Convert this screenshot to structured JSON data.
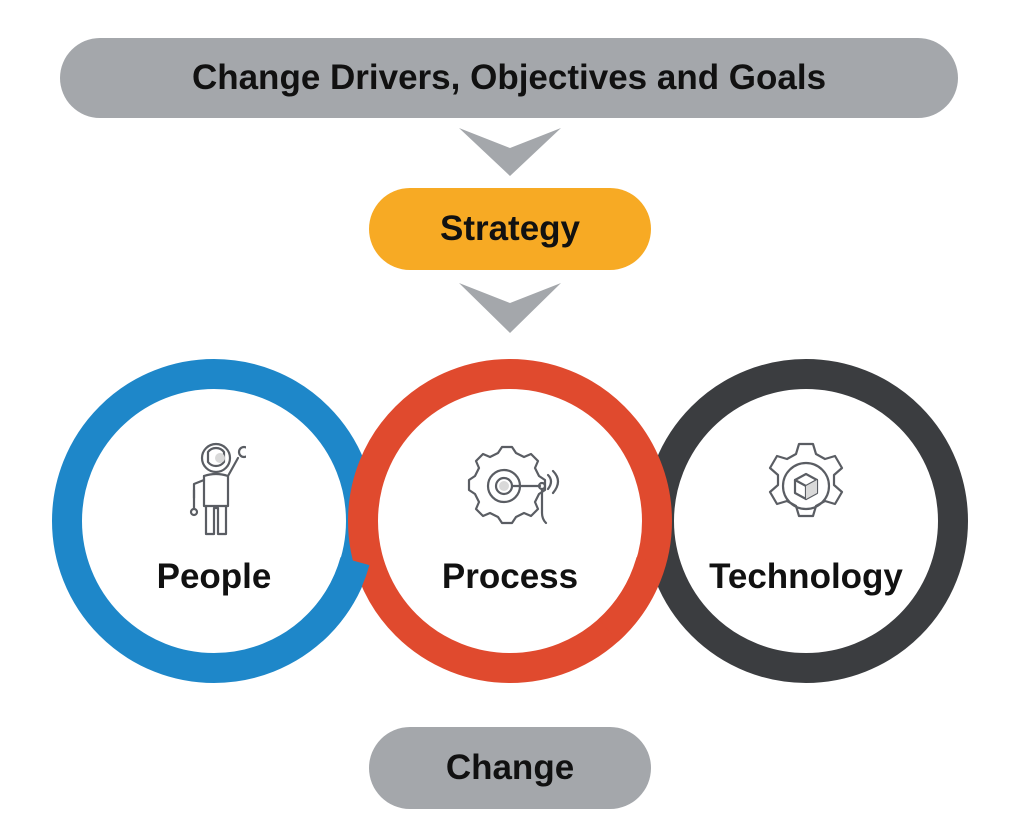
{
  "header": {
    "title": "Change Drivers, Objectives and Goals"
  },
  "strategy": {
    "label": "Strategy"
  },
  "pillars": [
    {
      "label": "People",
      "color": "#1e87c9",
      "icon": "astronaut-icon"
    },
    {
      "label": "Process",
      "color": "#e04a2e",
      "icon": "process-gear-icon"
    },
    {
      "label": "Technology",
      "color": "#3b3d40",
      "icon": "tech-gear-cube-icon"
    }
  ],
  "outcome": {
    "label": "Change"
  },
  "colors": {
    "neutral_pill": "#a4a7ab",
    "strategy_pill": "#f7aa24",
    "arrow": "#a4a7ab",
    "icon_stroke": "#5a5d63"
  }
}
